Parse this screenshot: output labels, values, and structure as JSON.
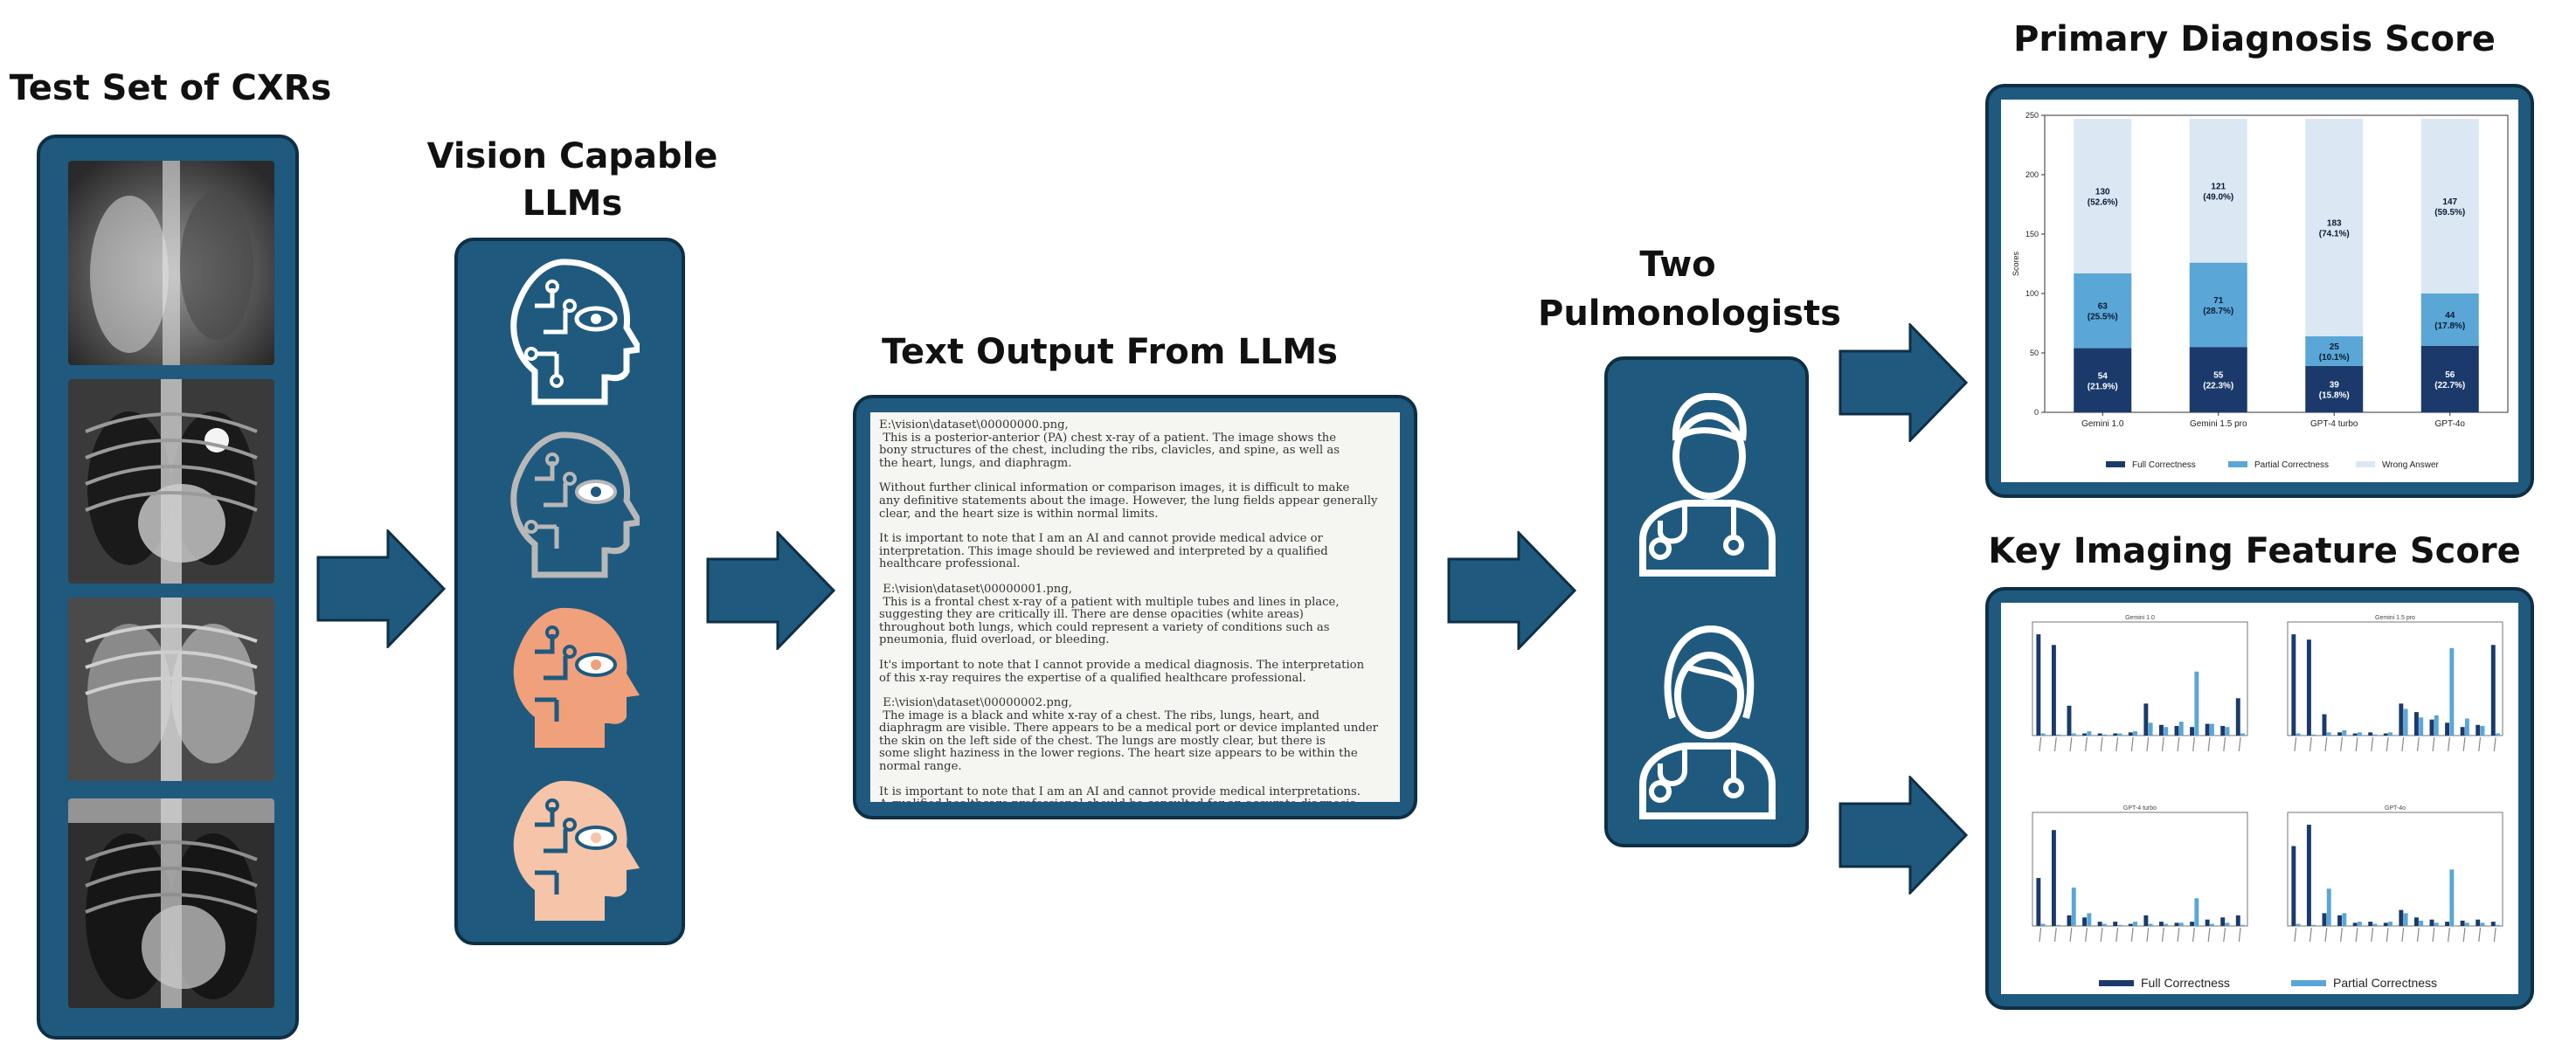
{
  "headings": {
    "test_set": "Test Set of CXRs",
    "vision_llms_line1": "Vision Capable",
    "vision_llms_line2": "LLMs",
    "text_output": "Text Output From LLMs",
    "pulmonologists_line1": "Two",
    "pulmonologists_line2": "Pulmonologists",
    "primary_score": "Primary Diagnosis Score",
    "key_feature_score": "Key Imaging Feature Score"
  },
  "colors": {
    "panel_blue": "#1f5a7e",
    "panel_border": "#0f2f45",
    "brain_orange": "#f1a07c",
    "brain_light_orange": "#f6c4a8",
    "full_correctness": "#1b3a6b",
    "partial_correctness": "#5aa6d6",
    "wrong_answer": "#dbe7f3"
  },
  "icons": {
    "xrays": [
      "chest-xray-icon",
      "chest-xray-icon",
      "chest-xray-icon",
      "chest-xray-icon"
    ],
    "brains": [
      "ai-brain-icon",
      "ai-brain-icon",
      "ai-brain-icon",
      "ai-brain-icon"
    ],
    "doctors": [
      "male-doctor-icon",
      "female-doctor-icon"
    ]
  },
  "text_output": [
    "E:\\vision\\dataset\\00000000.png,\n This is a posterior-anterior (PA) chest x-ray of a patient. The image shows the\nbony structures of the chest, including the ribs, clavicles, and spine, as well as\nthe heart, lungs, and diaphragm.",
    "Without further clinical information or comparison images, it is difficult to make\nany definitive statements about the image. However, the lung fields appear generally\nclear, and the heart size is within normal limits.",
    "It is important to note that I am an AI and cannot provide medical advice or\ninterpretation. This image should be reviewed and interpreted by a qualified\nhealthcare professional.",
    " E:\\vision\\dataset\\00000001.png,\n This is a frontal chest x-ray of a patient with multiple tubes and lines in place,\nsuggesting they are critically ill. There are dense opacities (white areas)\nthroughout both lungs, which could represent a variety of conditions such as\npneumonia, fluid overload, or bleeding.",
    "It's important to note that I cannot provide a medical diagnosis. The interpretation\nof this x-ray requires the expertise of a qualified healthcare professional.",
    " E:\\vision\\dataset\\00000002.png,\n The image is a black and white x-ray of a chest. The ribs, lungs, heart, and\ndiaphragm are visible. There appears to be a medical port or device implanted under\nthe skin on the left side of the chest. The lungs are mostly clear, but there is\nsome slight haziness in the lower regions. The heart size appears to be within the\nnormal range.",
    "It is important to note that I am an AI and cannot provide medical interpretations.\nA qualified healthcare professional should be consulted for an accurate diagnosis."
  ],
  "chart_data": [
    {
      "type": "bar",
      "stacked": true,
      "categories": [
        "Gemini 1.0",
        "Gemini 1.5 pro",
        "GPT-4 turbo",
        "GPT-4o"
      ],
      "ylabel": "Scores",
      "ylim": [
        0,
        250
      ],
      "yticks": [
        "0",
        "50",
        "100",
        "150",
        "200",
        "250"
      ],
      "series": [
        {
          "name": "Full Correctness",
          "values": [
            54,
            55,
            39,
            56
          ],
          "labels": [
            "54\n(21.9%)",
            "55\n(22.3%)",
            "39\n(15.8%)",
            "56\n(22.7%)"
          ]
        },
        {
          "name": "Partial Correctness",
          "values": [
            63,
            71,
            25,
            44
          ],
          "labels": [
            "63\n(25.5%)",
            "71\n(28.7%)",
            "25\n(10.1%)",
            "44\n(17.8%)"
          ]
        },
        {
          "name": "Wrong Answer",
          "values": [
            130,
            121,
            183,
            147
          ],
          "labels": [
            "130\n(52.6%)",
            "121\n(49.0%)",
            "183\n(74.1%)",
            "147\n(59.5%)"
          ]
        }
      ],
      "legend": "bottom"
    },
    {
      "type": "bar",
      "panels": [
        {
          "title": "Gemini 1.0",
          "full": [
            95,
            85,
            28,
            2,
            2,
            2,
            3,
            30,
            10,
            9,
            8,
            11,
            9,
            35
          ],
          "partial": [
            2,
            1,
            2,
            4,
            1,
            2,
            4,
            12,
            8,
            13,
            60,
            11,
            8,
            2
          ]
        },
        {
          "title": "Gemini 1.5 pro",
          "full": [
            95,
            90,
            20,
            3,
            2,
            3,
            2,
            30,
            22,
            15,
            12,
            8,
            10,
            85
          ],
          "partial": [
            2,
            1,
            3,
            5,
            3,
            1,
            3,
            25,
            17,
            19,
            82,
            16,
            9,
            2
          ]
        },
        {
          "title": "GPT-4 turbo",
          "full": [
            45,
            90,
            10,
            8,
            4,
            4,
            2,
            10,
            4,
            3,
            4,
            6,
            8,
            10
          ],
          "partial": [
            2,
            1,
            36,
            12,
            2,
            1,
            4,
            2,
            2,
            3,
            26,
            2,
            3,
            1
          ]
        },
        {
          "title": "GPT-4o",
          "full": [
            75,
            95,
            12,
            10,
            3,
            4,
            3,
            15,
            8,
            6,
            4,
            5,
            6,
            4
          ],
          "partial": [
            2,
            1,
            35,
            12,
            4,
            2,
            4,
            12,
            5,
            3,
            53,
            3,
            3,
            1
          ]
        }
      ],
      "legend": [
        "Full Correctness",
        "Partial Correctness"
      ]
    }
  ]
}
